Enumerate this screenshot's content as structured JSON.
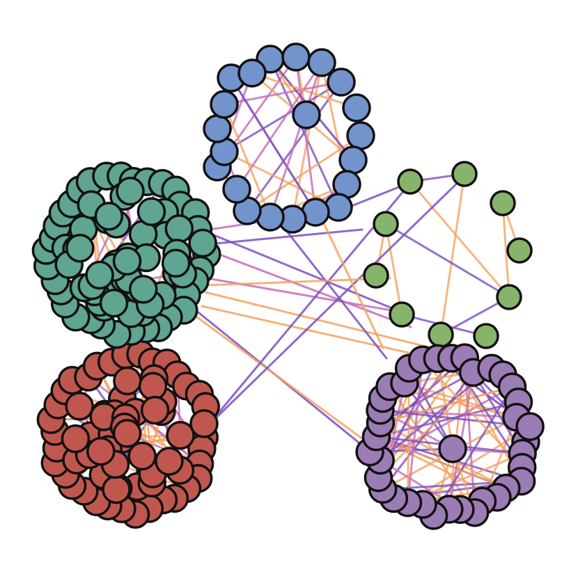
{
  "colors": {
    "cluster_blue": "#7293cb",
    "cluster_teal": "#5fa592",
    "cluster_red": "#c0574f",
    "cluster_purple": "#9c7cb4",
    "cluster_green": "#86b46a",
    "edge_orange": "#f5a25f",
    "edge_violet": "#7b4fc0",
    "edge_magenta": "#c46bb8",
    "node_outline": "#111111",
    "background": "#ffffff"
  },
  "clusters": [
    {
      "id": "blue",
      "nodes": 24,
      "layout": "ring"
    },
    {
      "id": "teal",
      "nodes": 80,
      "layout": "dense-disc"
    },
    {
      "id": "red",
      "nodes": 70,
      "layout": "dense-disc"
    },
    {
      "id": "purple",
      "nodes": 40,
      "layout": "ring"
    },
    {
      "id": "green",
      "nodes": 10,
      "layout": "sparse"
    }
  ]
}
